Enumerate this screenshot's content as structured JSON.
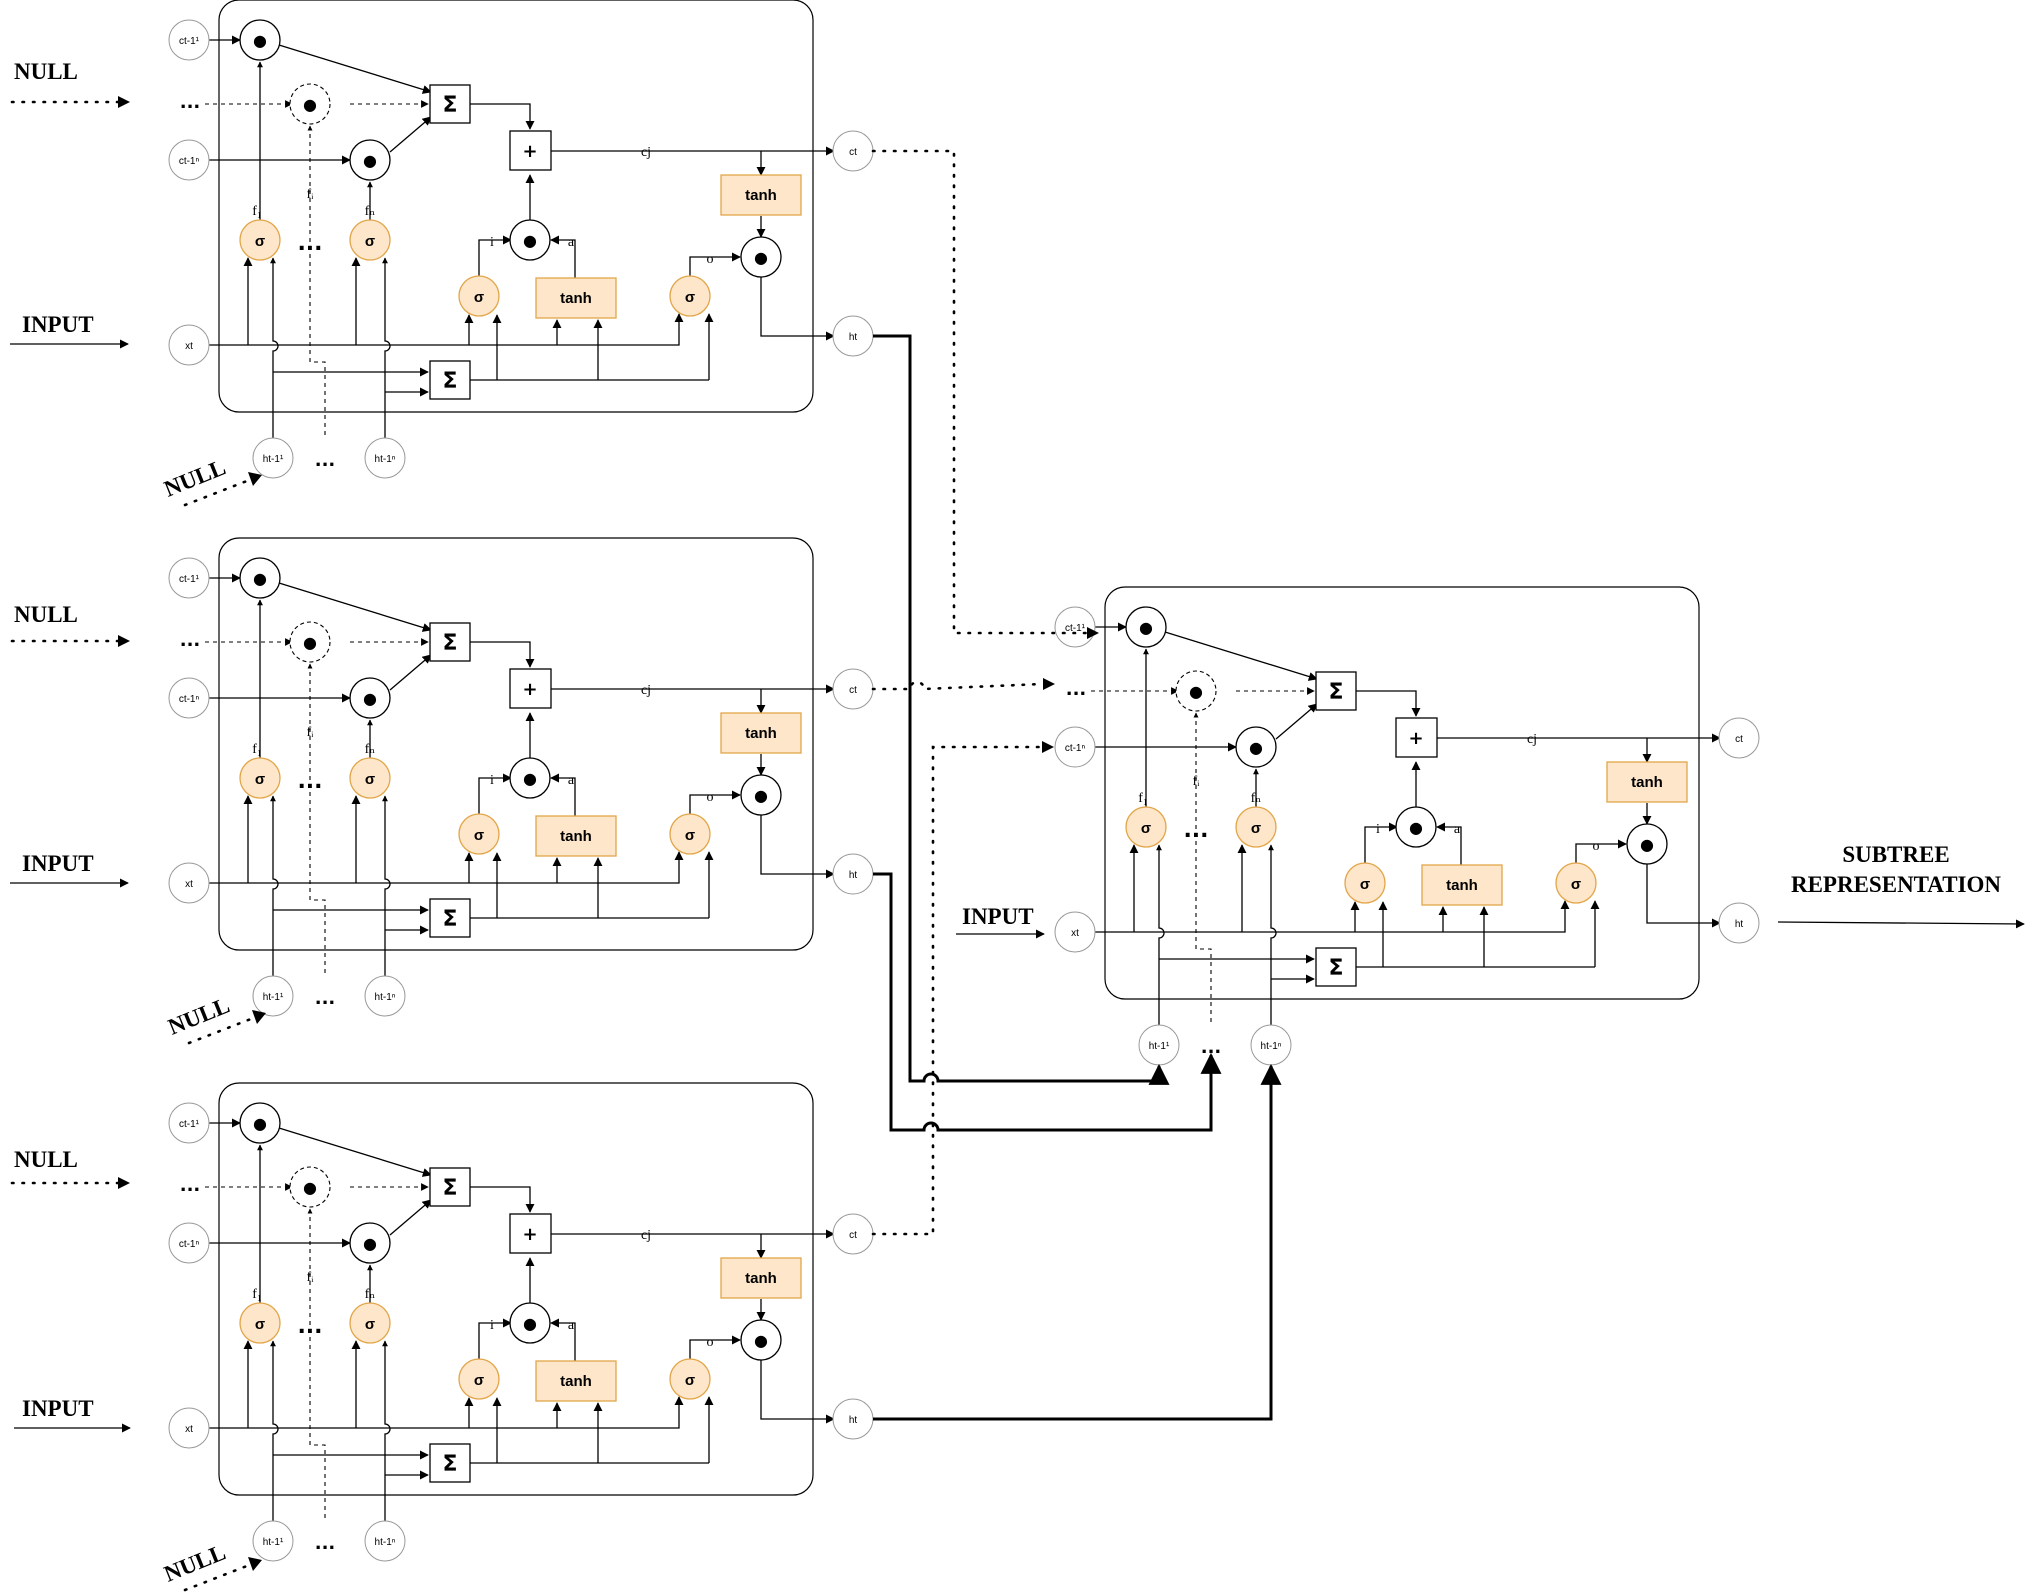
{
  "external_labels": {
    "null": "NULL",
    "input": "INPUT",
    "output_line1": "SUBTREE",
    "output_line2": "REPRESENTATION"
  },
  "node_labels": {
    "c_first": "ct-1¹",
    "c_last": "ct-1ⁿ",
    "c_out": "ct",
    "x_in": "xt",
    "h_out": "ht",
    "h_first": "ht-1¹",
    "h_last": "ht-1ⁿ"
  },
  "gate_labels": {
    "sigma": "σ",
    "tanh": "tanh",
    "sum": "Σ",
    "plus": "+",
    "dot": "●",
    "ellipsis": "..."
  },
  "signal_labels": {
    "f_first": "f₁",
    "f_mid": "fᵢ",
    "f_last": "fₙ",
    "i": "i",
    "a": "a",
    "o": "o",
    "c_j": "cj"
  },
  "colors": {
    "gate_fill": "#fde6c9",
    "gate_stroke": "#e2a64a"
  }
}
